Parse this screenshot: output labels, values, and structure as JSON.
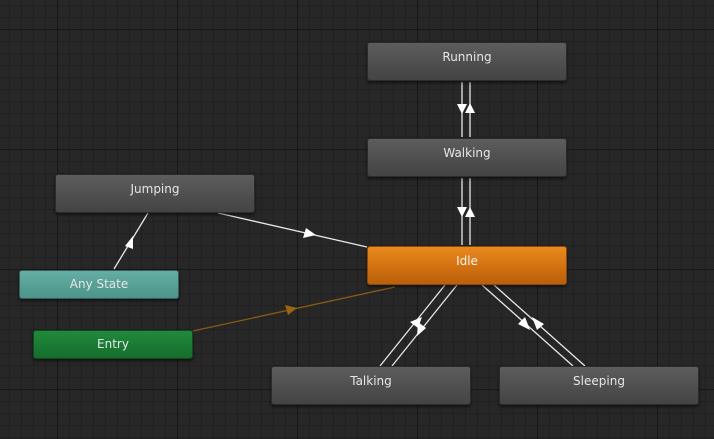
{
  "nodes": {
    "running": {
      "label": "Running"
    },
    "walking": {
      "label": "Walking"
    },
    "jumping": {
      "label": "Jumping"
    },
    "idle": {
      "label": "Idle"
    },
    "any_state": {
      "label": "Any State"
    },
    "entry": {
      "label": "Entry"
    },
    "talking": {
      "label": "Talking"
    },
    "sleeping": {
      "label": "Sleeping"
    }
  },
  "transitions": [
    {
      "from": "Walking",
      "to": "Running"
    },
    {
      "from": "Running",
      "to": "Walking"
    },
    {
      "from": "Idle",
      "to": "Walking"
    },
    {
      "from": "Walking",
      "to": "Idle"
    },
    {
      "from": "Jumping",
      "to": "Idle"
    },
    {
      "from": "Any State",
      "to": "Jumping"
    },
    {
      "from": "Entry",
      "to": "Idle",
      "default": true
    },
    {
      "from": "Talking",
      "to": "Idle"
    },
    {
      "from": "Idle",
      "to": "Talking"
    },
    {
      "from": "Idle",
      "to": "Sleeping"
    },
    {
      "from": "Sleeping",
      "to": "Idle"
    }
  ],
  "colors": {
    "background": "#272727",
    "state_node": "#4f4f4f",
    "default_state": "#cf6f10",
    "any_state": "#5aa39a",
    "entry": "#1a7a33",
    "transition": "#e8e8e8",
    "default_transition": "#8a5a12"
  }
}
